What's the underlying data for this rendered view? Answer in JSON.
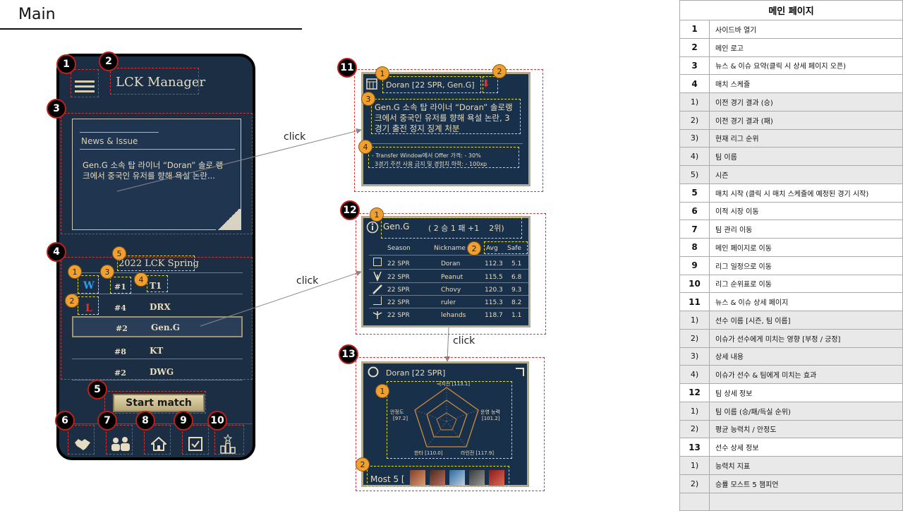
{
  "page_title": "Main",
  "phone": {
    "app_title": "LCK Manager",
    "news_heading": "News & Issue",
    "news_body": "Gen.G 소속 탑 라이너 “Doran” 솔로 랭크에서 중국인 유저를 향해 욕설 논란...",
    "season": "2022 LCK Spring",
    "win_mark": "W",
    "loss_mark": "L",
    "teams": [
      {
        "rank": "#1",
        "name": "T1"
      },
      {
        "rank": "#4",
        "name": "DRX"
      },
      {
        "rank": "#2",
        "name": "Gen.G"
      },
      {
        "rank": "#8",
        "name": "KT"
      },
      {
        "rank": "#2",
        "name": "DWG"
      }
    ],
    "start_button": "Start match",
    "nav_icons": [
      "handshake-icon",
      "team-icon",
      "home-icon",
      "checkbox-icon",
      "ranking-icon"
    ]
  },
  "markers": [
    "1",
    "2",
    "3",
    "4",
    "5",
    "6",
    "7",
    "8",
    "9",
    "10",
    "11",
    "12",
    "13"
  ],
  "sub_markers": [
    "1",
    "2",
    "3",
    "4",
    "5"
  ],
  "click_label": "click",
  "news_detail": {
    "player": "Doran [22 SPR, Gen.G]",
    "effect_icon": "⬇",
    "body": "Gen.G 소속 탑 라이너 “Doran” 솔로랭크에서 중국인 유저를 향해 욕설 논란, 3 경기 출전 정지 징계 처분",
    "effect_line1": "- Transfer Window에서 Offer 가격: - 30%",
    "effect_line2": "3경기 주전 사용 금지 및 경험치 하락: - 100xp"
  },
  "team_detail": {
    "team": "Gen.G",
    "record": "( 2 승 1 패 +1    2위)",
    "columns": [
      "Season",
      "Nickname",
      "Avg",
      "Safe"
    ],
    "rows": [
      {
        "season": "22 SPR",
        "nickname": "Doran",
        "avg": "112.3",
        "safe": "5.1"
      },
      {
        "season": "22 SPR",
        "nickname": "Peanut",
        "avg": "115.5",
        "safe": "6.8"
      },
      {
        "season": "22 SPR",
        "nickname": "Chovy",
        "avg": "120.3",
        "safe": "9.3"
      },
      {
        "season": "22 SPR",
        "nickname": "ruler",
        "avg": "115.3",
        "safe": "8.2"
      },
      {
        "season": "22 SPR",
        "nickname": "lehands",
        "avg": "118.7",
        "safe": "1.1"
      }
    ]
  },
  "player_detail": {
    "title": "Doran [22 SPR]",
    "radar_top": "극지전 [113.1]",
    "radar_right_1": "운영 능력",
    "radar_right_2": "[101.2]",
    "radar_left_1": "안정도",
    "radar_left_2": "[97.2]",
    "radar_bl": "한타 [110.0]",
    "radar_br": "라인전 [117.9]",
    "most5": "Most 5 ["
  },
  "spec": {
    "title": "메인 페이지",
    "rows": [
      {
        "n": "1",
        "t": "사이드바 열기",
        "sub": false
      },
      {
        "n": "2",
        "t": "메인 로고",
        "sub": false
      },
      {
        "n": "3",
        "t": "뉴스 & 이슈 요약(클릭 시 상세 페이지 오픈)",
        "sub": false
      },
      {
        "n": "4",
        "t": "매치 스케쥴",
        "sub": false
      },
      {
        "n": "1)",
        "t": "이전 경기 결과 (승)",
        "sub": true
      },
      {
        "n": "2)",
        "t": "이전 경기 결과 (패)",
        "sub": true
      },
      {
        "n": "3)",
        "t": "현재 리그 순위",
        "sub": true
      },
      {
        "n": "4)",
        "t": "팀 이름",
        "sub": true
      },
      {
        "n": "5)",
        "t": "시즌",
        "sub": true
      },
      {
        "n": "5",
        "t": "매치 시작 (클릭 시 매치 스케쥴에 예정된 경기 시작)",
        "sub": false
      },
      {
        "n": "6",
        "t": "이적 시장 이동",
        "sub": false
      },
      {
        "n": "7",
        "t": "팀 관리 이동",
        "sub": false
      },
      {
        "n": "8",
        "t": "메인 페이지로 이동",
        "sub": false
      },
      {
        "n": "9",
        "t": "리그 일정으로 이동",
        "sub": false
      },
      {
        "n": "10",
        "t": "리그 순위표로 이동",
        "sub": false
      },
      {
        "n": "11",
        "t": "뉴스 & 이슈 상세 페이지",
        "sub": false
      },
      {
        "n": "1)",
        "t": "선수 이름 [시즌, 팀 이름]",
        "sub": true
      },
      {
        "n": "2)",
        "t": "이슈가 선수에게 미치는 영향 [부정 / 긍정]",
        "sub": true
      },
      {
        "n": "3)",
        "t": "상세 내용",
        "sub": true
      },
      {
        "n": "4)",
        "t": "이슈가 선수 & 팀에게 미치는 효과",
        "sub": true
      },
      {
        "n": "12",
        "t": "팀 상세 정보",
        "sub": false
      },
      {
        "n": "1)",
        "t": "팀 이름 (승/패/득실  순위)",
        "sub": true
      },
      {
        "n": "2)",
        "t": "평균 능력치 / 안정도",
        "sub": true
      },
      {
        "n": "13",
        "t": "선수 상세 정보",
        "sub": false
      },
      {
        "n": "1)",
        "t": "능력치 지표",
        "sub": true
      },
      {
        "n": "2)",
        "t": "승률 모스트 5 챔피언",
        "sub": true
      },
      {
        "n": "",
        "t": "",
        "sub": false
      }
    ]
  }
}
